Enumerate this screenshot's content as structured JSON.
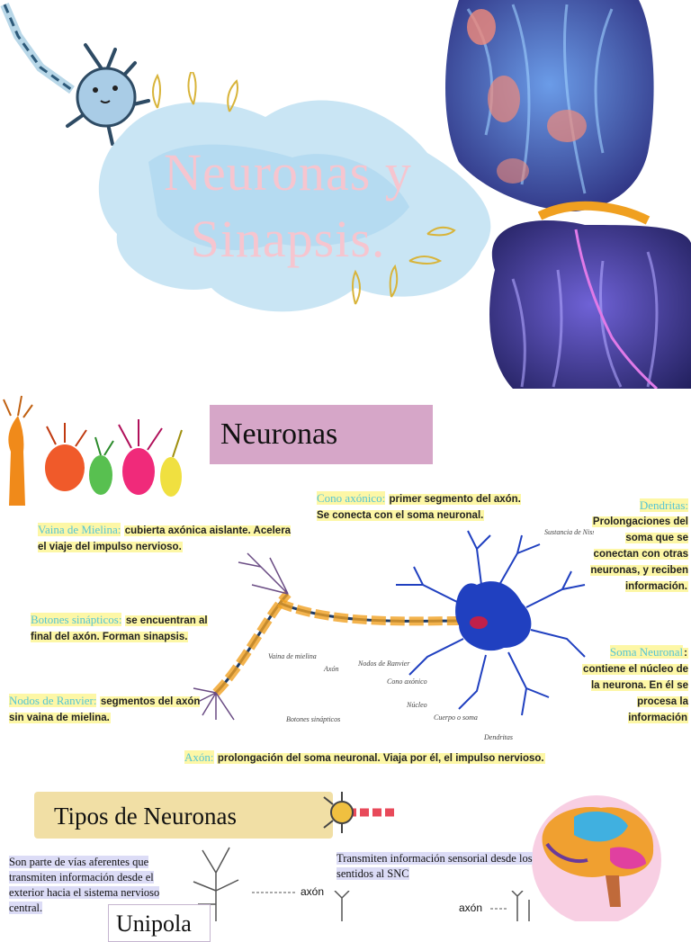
{
  "hero": {
    "title_line1": "Neuronas y",
    "title_line2": "Sinapsis."
  },
  "section_neuronas": {
    "heading": "Neuronas",
    "diagram_labels": {
      "sustancia": "Sustancia de Nissl",
      "vaina": "Vaina de mielina",
      "axon": "Axón",
      "nodos": "Nodos de Ranvier",
      "cono": "Cono axónico",
      "nucleo": "Núcleo",
      "cuerpo": "Cuerpo o soma",
      "dendritas": "Dendritas",
      "botones": "Botones sinápticos"
    },
    "annotations": {
      "cono_term": "Cono axónico:",
      "cono_desc": "primer segmento del axón. Se conecta con el soma neuronal.",
      "vaina_term": "Vaina de Mielina:",
      "vaina_desc": "cubierta axónica aislante. Acelera el viaje del impulso nervioso.",
      "botones_term": "Botones sinápticos:",
      "botones_desc": "se encuentran al final del axón. Forman sinapsis.",
      "nodos_term": "Nodos de Ranvier:",
      "nodos_desc": "segmentos del axón sin vaina de mielina.",
      "axon_term": "Axón:",
      "axon_desc": "prolongación del soma neuronal. Viaja por él, el impulso nervioso.",
      "dendritas_term": "Dendritas:",
      "dendritas_desc": "Prolongaciones del soma que se conectan con otras neuronas, y reciben información.",
      "soma_term": "Soma Neuronal",
      "soma_colon": ":",
      "soma_desc": "contiene el núcleo de la neurona. En él se procesa la información"
    }
  },
  "section_tipos": {
    "heading": "Tipos de Neuronas",
    "left_text": "Son parte de vías aferentes que transmiten información desde el exterior hacia el sistema nervioso central.",
    "mid_text": "Transmiten información sensorial desde los sentidos al SNC",
    "unipolar": "Unipola",
    "axon_label1": "axón",
    "axon_label2": "axón"
  },
  "colors": {
    "banner_pink": "#d6a6c8",
    "banner_yellow": "#f1dfa5",
    "highlight": "#fdf7a6",
    "term_cyan": "#56c4d4",
    "title_pink": "#f6c5cf"
  }
}
